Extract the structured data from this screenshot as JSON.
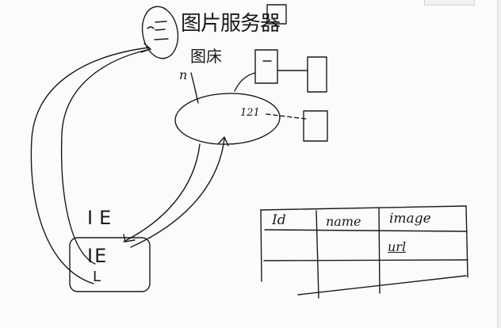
{
  "sketch": {
    "server_label": "图片服务器",
    "picture_label": "图床",
    "n_label": "n",
    "edge_label": "121",
    "browser_label_1": "IE",
    "browser_label_2": "IE",
    "browser_label_3": "L"
  },
  "table": {
    "columns": [
      "Id",
      "name",
      "image"
    ],
    "cell_image": "url"
  },
  "colors": {
    "ink": "#1a1a1a",
    "paper": "#fbfbfb"
  }
}
